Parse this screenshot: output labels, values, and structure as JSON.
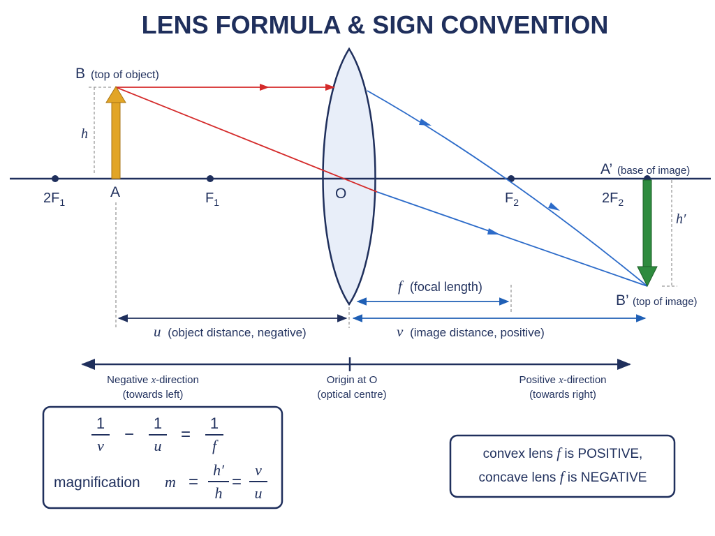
{
  "title": "LENS FORMULA & SIGN CONVENTION",
  "points": {
    "B": "B",
    "B_desc": "(top of object)",
    "A": "A",
    "twoF1": "2F",
    "twoF1_sub": "1",
    "F1": "F",
    "F1_sub": "1",
    "O": "O",
    "F2": "F",
    "F2_sub": "2",
    "twoF2": "2F",
    "twoF2_sub": "2",
    "A_prime": "A’",
    "A_prime_desc": "(base of image)",
    "B_prime": "B’",
    "B_prime_desc": "(top of image)",
    "h": "h",
    "h_prime": "h′"
  },
  "distances": {
    "f_sym": "f",
    "f_desc": "(focal length)",
    "u_sym": "u",
    "u_desc": "(object distance, negative)",
    "v_sym": "v",
    "v_desc": "(image distance, positive)"
  },
  "directions": {
    "neg_line1_pre": "Negative ",
    "neg_line1_x": "x",
    "neg_line1_post": "-direction",
    "neg_line2": "(towards left)",
    "origin_line1": "Origin at O",
    "origin_line2": "(optical centre)",
    "pos_line1_pre": "Positive ",
    "pos_line1_x": "x",
    "pos_line1_post": "-direction",
    "pos_line2": "(towards right)"
  },
  "formula": {
    "one": "1",
    "v": "v",
    "minus": "−",
    "u": "u",
    "equals": "=",
    "f": "f",
    "magnification_label": "magnification",
    "m": "m",
    "h_prime": "h′",
    "h": "h"
  },
  "note": {
    "line1_pre": "convex lens ",
    "line1_f": "f",
    "line1_post": " is POSITIVE,",
    "line2_pre": "concave lens ",
    "line2_f": "f",
    "line2_post": " is NEGATIVE"
  },
  "colors": {
    "axis": "#1f2f5c",
    "ray_red": "#d42a2a",
    "ray_blue": "#2c6bc9",
    "object": "#e2a526",
    "image": "#2e8b3e",
    "lens_fill": "#e8eef9"
  }
}
